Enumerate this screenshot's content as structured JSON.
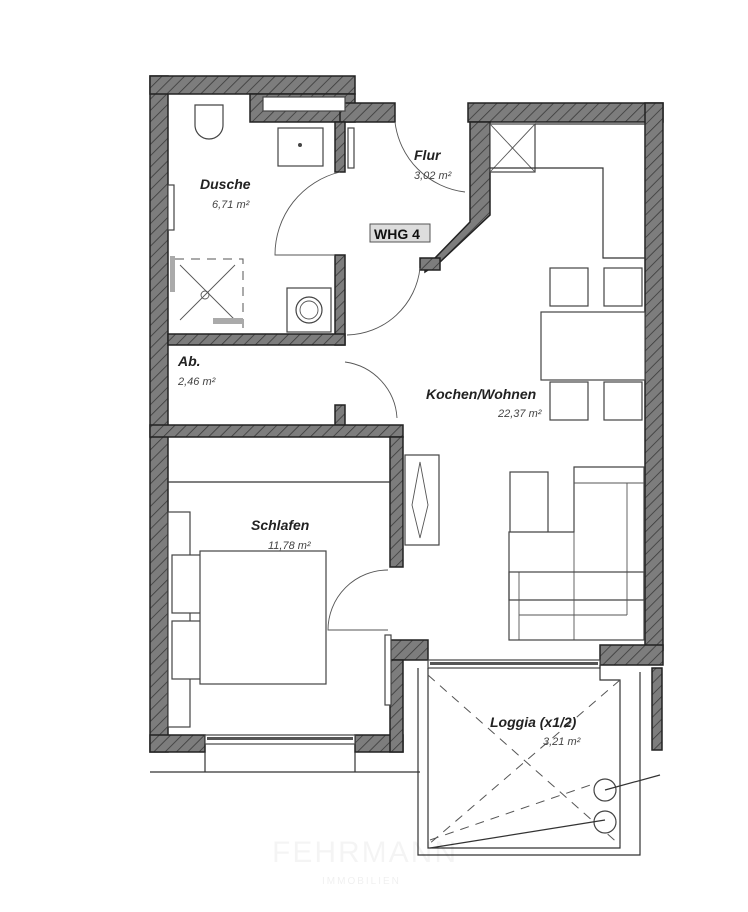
{
  "plan": {
    "unit_label": "WHG 4",
    "rooms": [
      {
        "name": "Dusche",
        "area": "6,71 m²"
      },
      {
        "name": "Flur",
        "area": "3,02 m²"
      },
      {
        "name": "Ab.",
        "area": "2,46 m²"
      },
      {
        "name": "Kochen/Wohnen",
        "area": "22,37 m²"
      },
      {
        "name": "Schlafen",
        "area": "11,78 m²"
      },
      {
        "name": "Loggia (x1/2)",
        "area": "3,21 m²"
      }
    ],
    "watermark": {
      "brand": "FEHRMANN",
      "sub": "IMMOBILIEN"
    }
  }
}
